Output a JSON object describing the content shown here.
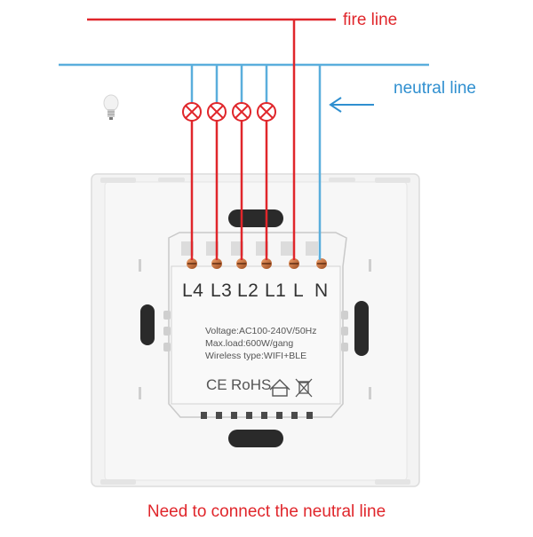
{
  "lines": {
    "fire_label": "fire line",
    "neutral_label": "neutral line",
    "fire_color": "#e0262b",
    "neutral_color": "#5aaedc"
  },
  "terminals": [
    "L4",
    "L3",
    "L2",
    "L1",
    "L",
    "N"
  ],
  "specs": {
    "voltage": "Voltage:AC100-240V/50Hz",
    "max_load": "Max.load:600W/gang",
    "wireless": "Wireless type:WIFI+BLE"
  },
  "certifications": {
    "ce": "CE",
    "rohs": "RoHS"
  },
  "icons": {
    "bulb": "light-bulb-icon",
    "lamp_symbol": "lamp-symbol-icon",
    "arrow": "arrow-left-icon",
    "house": "house-icon",
    "weee": "crossed-bin-icon"
  },
  "note": "Need to connect the neutral line"
}
